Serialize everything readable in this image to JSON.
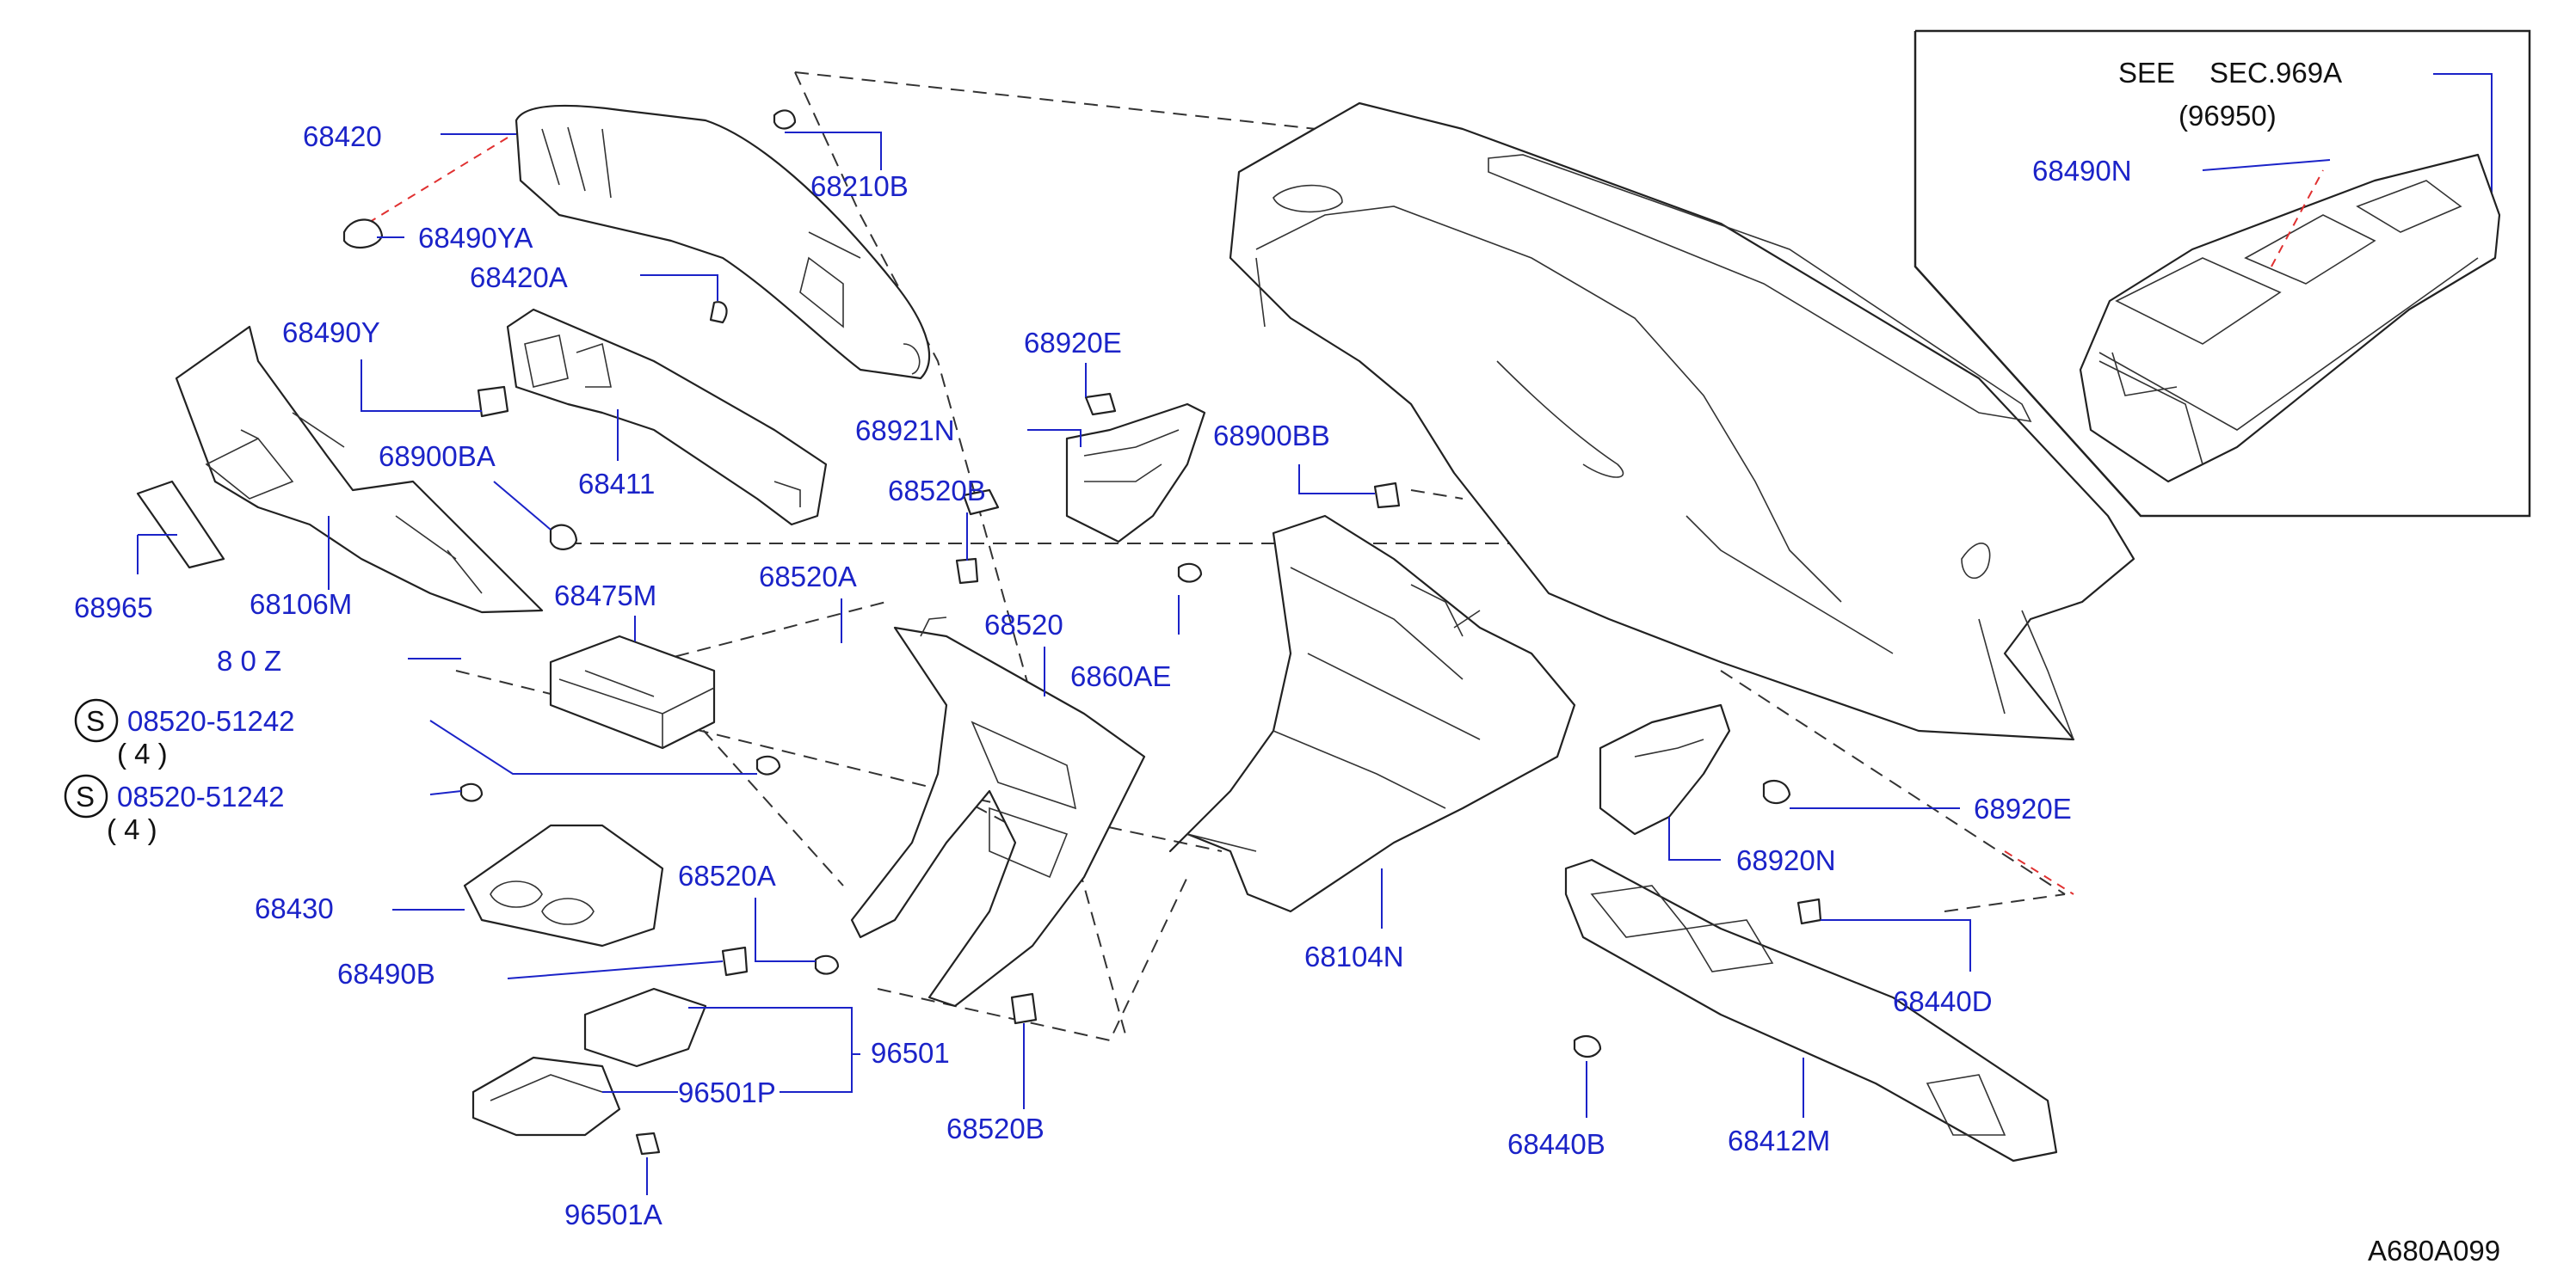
{
  "inset": {
    "see_label": "SEE",
    "sec_ref": "SEC.969A",
    "sub_ref": "(96950)",
    "part": "68490N"
  },
  "parts": {
    "p68420": "68420",
    "p68210B": "68210B",
    "p68490YA": "68490YA",
    "p68420A": "68420A",
    "p68490Y": "68490Y",
    "p68920E_top": "68920E",
    "p68921N": "68921N",
    "p68900BB": "68900BB",
    "p68900BA": "68900BA",
    "p68411": "68411",
    "p68520B_top": "68520B",
    "p68965": "68965",
    "p68106M": "68106M",
    "p68475M": "68475M",
    "p68520A_top": "68520A",
    "p68520": "68520",
    "p68600AE": "6860AE",
    "p68012": "8 0 Z",
    "p68430": "68430",
    "p68520A_mid": "68520A",
    "p68490B": "68490B",
    "p96501": "96501",
    "p96501P": "96501P",
    "p96501A": "96501A",
    "p68520B_bot": "68520B",
    "p68104N": "68104N",
    "p68920N": "68920N",
    "p68920E_right": "68920E",
    "p68440D": "68440D",
    "p68440B": "68440B",
    "p68412M": "68412M"
  },
  "screws": [
    {
      "symbol": "S",
      "code": "08520-51242",
      "qty": "( 4 )"
    },
    {
      "symbol": "S",
      "code": "08520-51242",
      "qty": "( 4 )"
    }
  ],
  "diagram_code": "A680A099"
}
